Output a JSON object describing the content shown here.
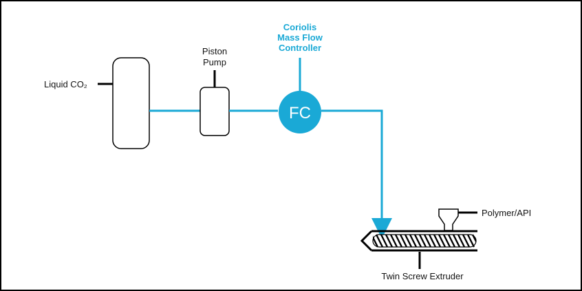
{
  "diagram": {
    "labels": {
      "liquid_co2": "Liquid CO₂",
      "piston_pump_line1": "Piston",
      "piston_pump_line2": "Pump",
      "coriolis_line1": "Coriolis",
      "coriolis_line2": "Mass Flow",
      "coriolis_line3": "Controller",
      "fc": "FC",
      "polymer_api": "Polymer/API",
      "twin_screw_extruder": "Twin Screw Extruder"
    },
    "colors": {
      "flow_line": "#1aa9d6",
      "outline": "#000000",
      "fc_fill": "#1aa9d6"
    }
  }
}
